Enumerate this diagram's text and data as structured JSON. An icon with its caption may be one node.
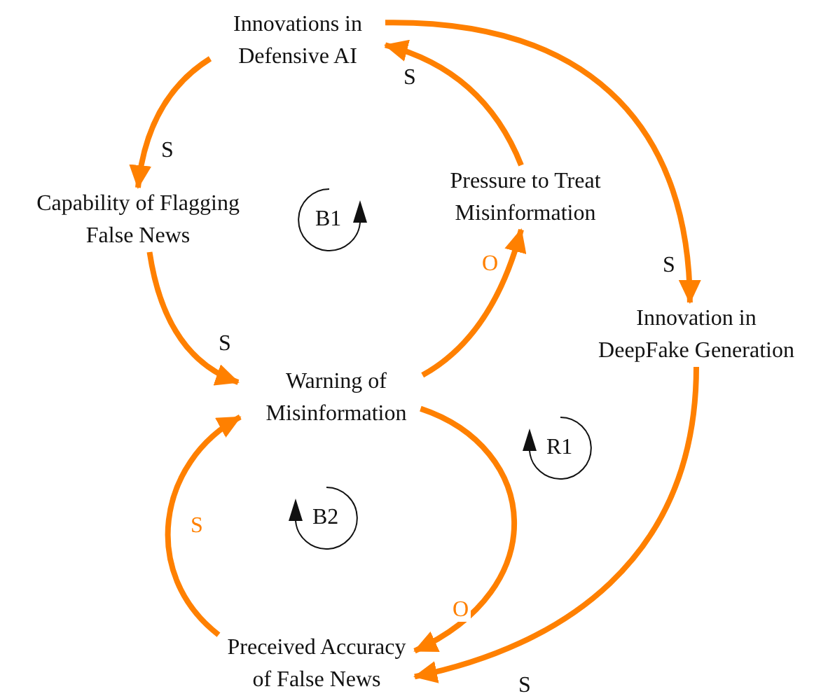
{
  "diagram": {
    "nodes": [
      {
        "text": [
          "Innovations in Defensive AI"
        ]
      },
      {
        "text": [
          "Capability of Flagging False News"
        ]
      },
      {
        "text": [
          "Pressure to Treat Misinformation"
        ]
      },
      {
        "text": [
          "Innovation in DeepFake Generation"
        ]
      },
      {
        "text": [
          "Warning of Misinformation"
        ]
      },
      {
        "text": [
          "Preceived Accuracy of False News"
        ]
      }
    ],
    "edges": [
      {
        "from": 0,
        "to": 1,
        "arrow": "to",
        "label": "S"
      },
      {
        "from": 2,
        "to": 0,
        "arrow": "to",
        "label": "S"
      },
      {
        "from": 0,
        "to": 3,
        "arrow": "to",
        "label": "S"
      },
      {
        "from": 1,
        "to": 4,
        "arrow": "to",
        "label": "S"
      },
      {
        "from": 4,
        "to": 2,
        "arrow": "to",
        "label": "O"
      },
      {
        "from": 4,
        "to": 5,
        "arrow": "to",
        "label": "O"
      },
      {
        "from": 5,
        "to": 4,
        "arrow": "to",
        "label": "S"
      },
      {
        "from": 3,
        "to": 5,
        "arrow": "to",
        "label": "S"
      }
    ],
    "labels": [
      "B1",
      "R1",
      "B2"
    ]
  }
}
